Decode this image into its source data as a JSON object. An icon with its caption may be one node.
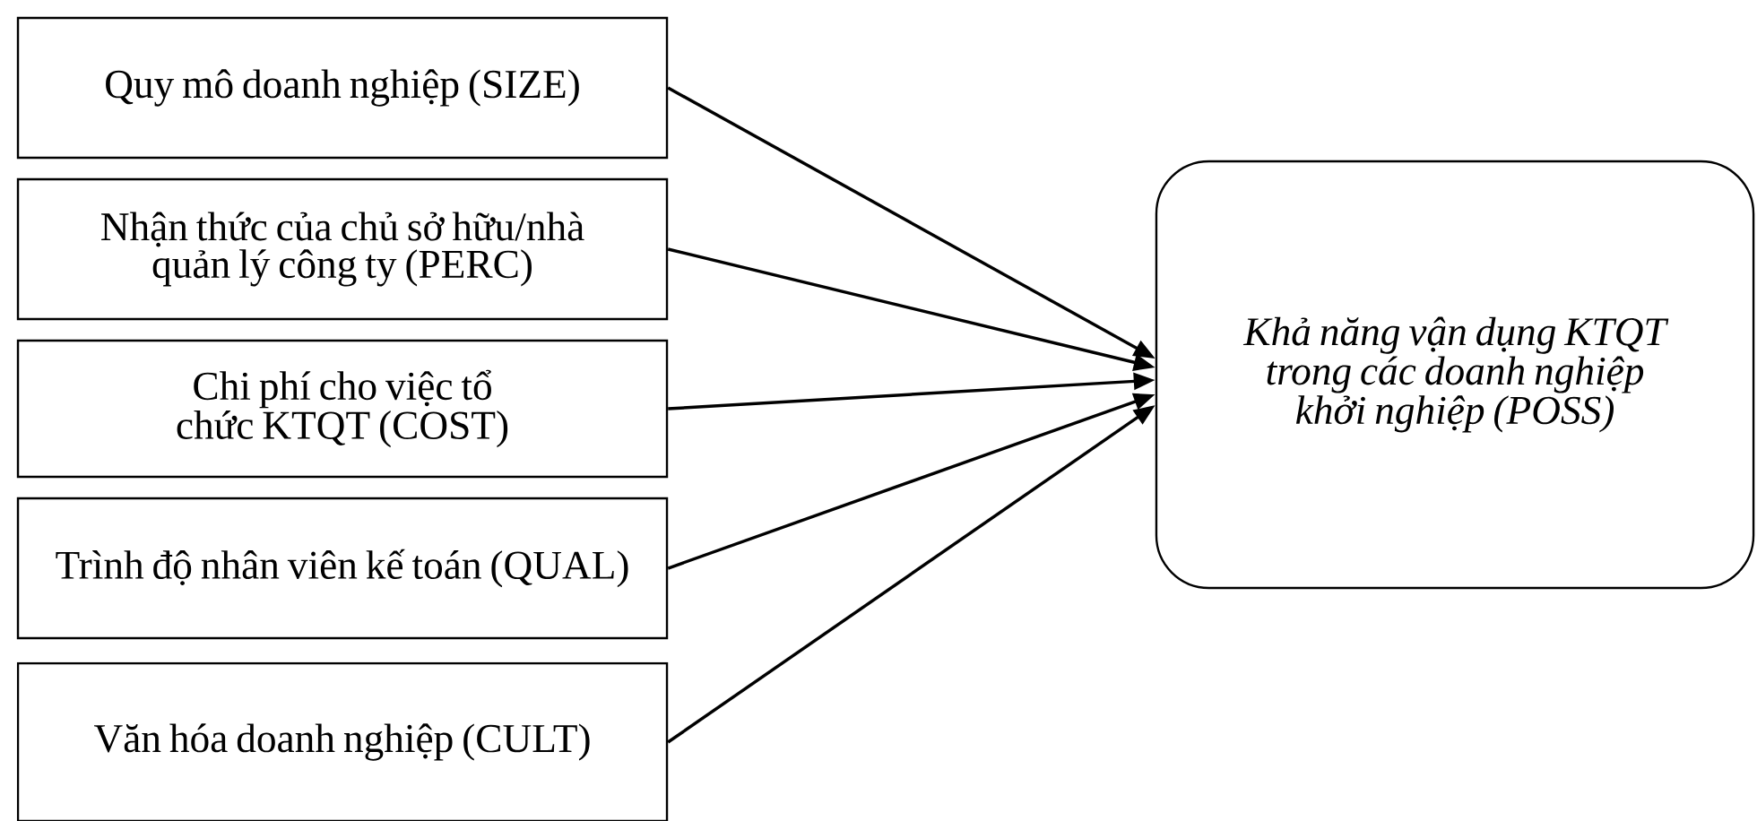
{
  "diagram": {
    "nodes": [
      {
        "text": [
          "Quy mô doanh nghiệp (SIZE)"
        ]
      },
      {
        "text": [
          "Nhận thức của chủ sở hữu/nhà quản lý công ty (PERC)"
        ]
      },
      {
        "text": [
          "Chi phí cho việc tổ chức KTQT (COST)"
        ]
      },
      {
        "text": [
          "Trình độ nhân viên kế toán (QUAL)"
        ]
      },
      {
        "text": [
          "Văn hóa doanh nghiệp (CULT)"
        ]
      },
      {
        "text": [
          "Khả năng vận dụng KTQT trong các doanh nghiệp khởi nghiệp (POSS)"
        ]
      }
    ],
    "edges": [
      {
        "from": 0,
        "to": 5,
        "arrow": "to"
      },
      {
        "from": 1,
        "to": 5,
        "arrow": "to"
      },
      {
        "from": 2,
        "to": 5,
        "arrow": "to"
      },
      {
        "from": 3,
        "to": 5,
        "arrow": "to"
      },
      {
        "from": 4,
        "to": 5,
        "arrow": "to"
      }
    ]
  }
}
